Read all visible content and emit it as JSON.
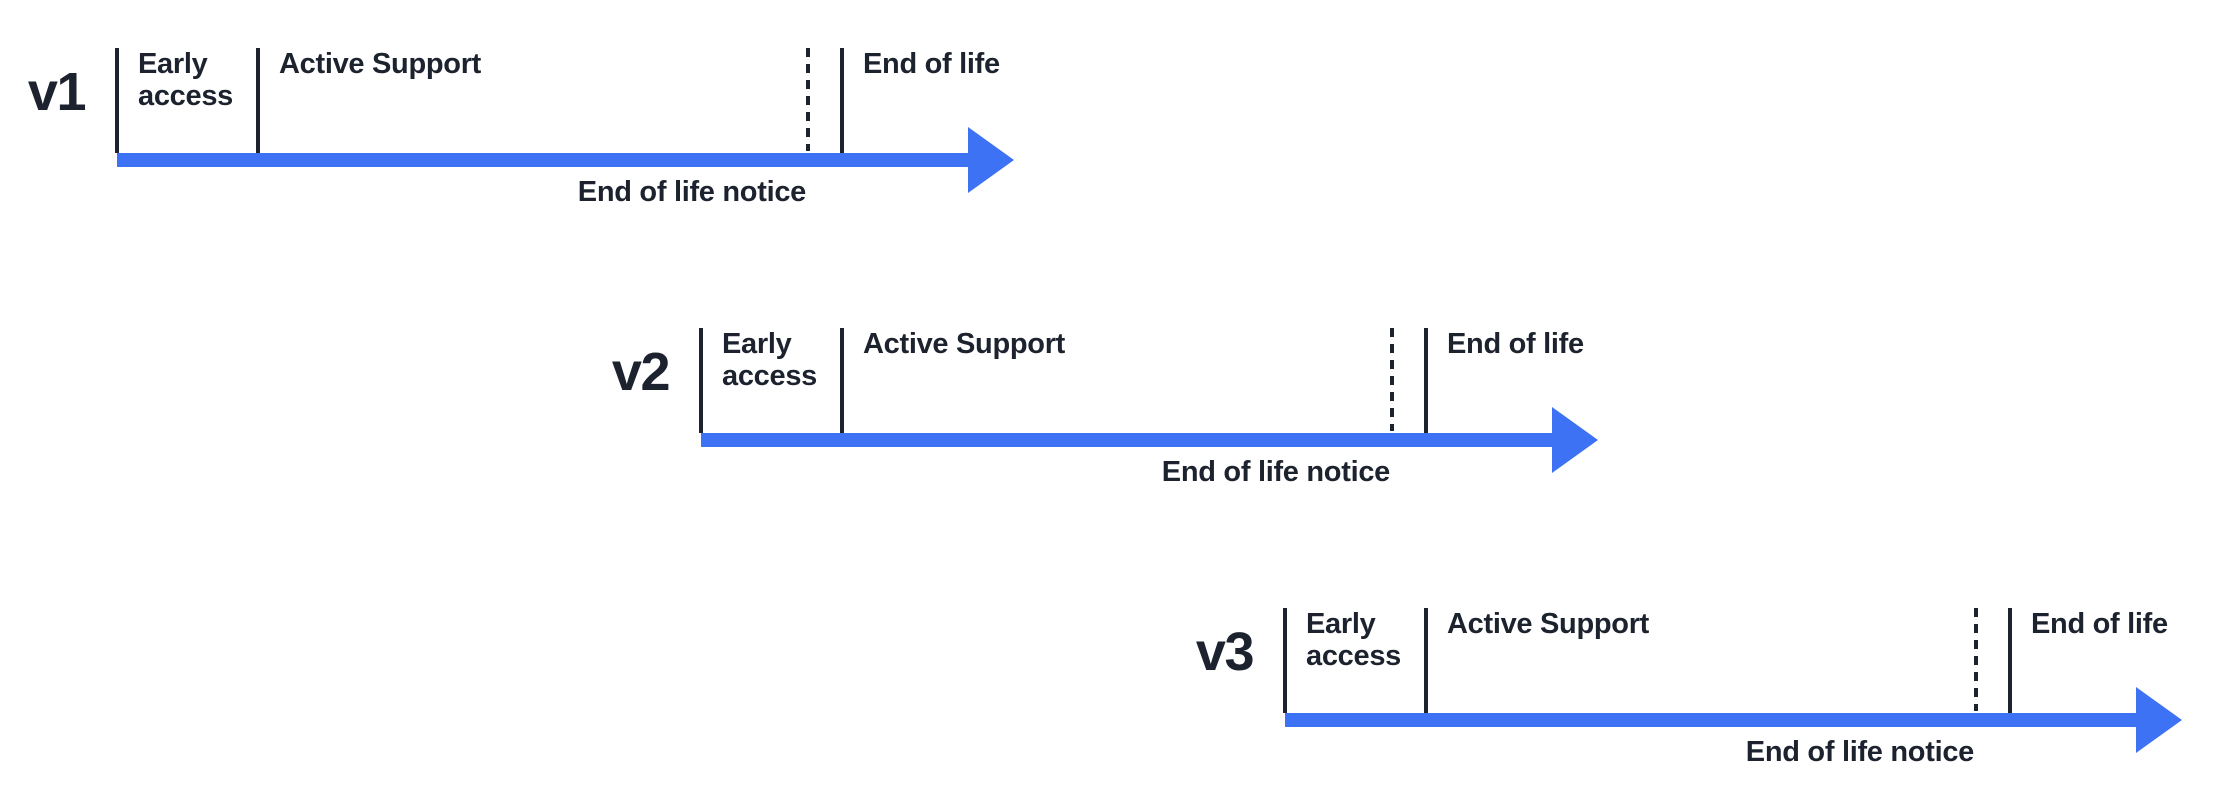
{
  "figure": {
    "kind": "version-lifecycle-timeline-diagram",
    "background": "#ffffff",
    "accent_blue": "#3e72f5",
    "ink": "#1d232e"
  },
  "timelines": [
    {
      "version": "v1",
      "phase_early_access": "Early access",
      "phase_active_support": "Active Support",
      "phase_end_of_life": "End of life",
      "eol_notice": "End of life notice"
    },
    {
      "version": "v2",
      "phase_early_access": "Early access",
      "phase_active_support": "Active Support",
      "phase_end_of_life": "End of life",
      "eol_notice": "End of life notice"
    },
    {
      "version": "v3",
      "phase_early_access": "Early access",
      "phase_active_support": "Active Support",
      "phase_end_of_life": "End of life",
      "eol_notice": "End of life notice"
    }
  ]
}
